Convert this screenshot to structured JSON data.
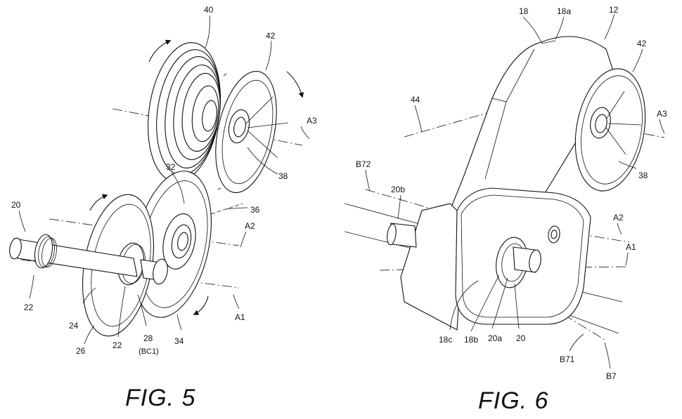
{
  "figures": [
    {
      "caption": "FIG. 5",
      "labels": [
        "40",
        "42",
        "A3",
        "38",
        "32",
        "36",
        "20",
        "A2",
        "22",
        "24",
        "22",
        "26",
        "28",
        "(BC1)",
        "34",
        "A1"
      ]
    },
    {
      "caption": "FIG. 6",
      "labels": [
        "18",
        "18a",
        "12",
        "42",
        "44",
        "A3",
        "38",
        "B72",
        "20b",
        "A2",
        "A1",
        "18c",
        "18b",
        "20a",
        "20",
        "B71",
        "B7"
      ]
    }
  ]
}
